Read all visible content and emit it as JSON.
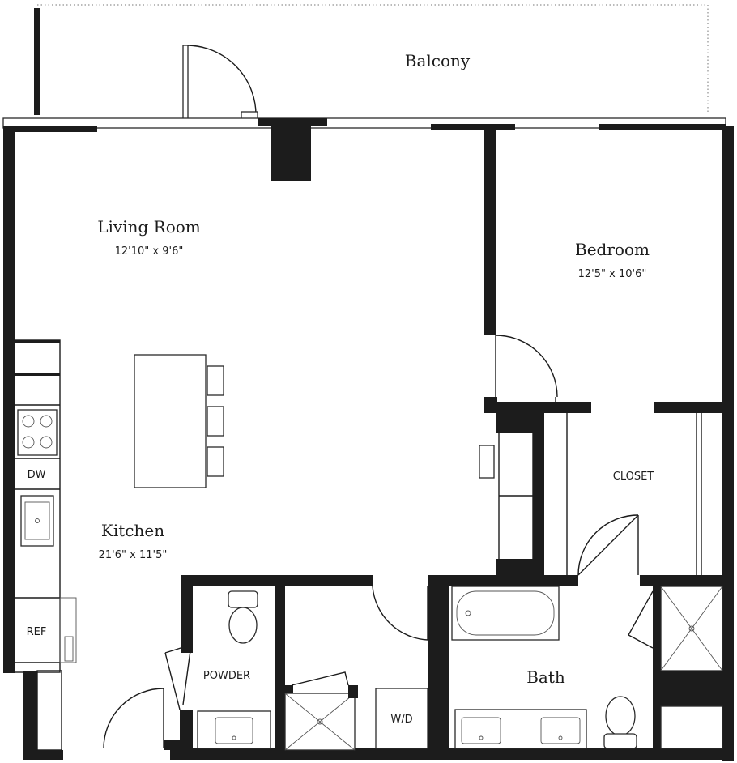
{
  "rooms": {
    "balcony": {
      "title": "Balcony"
    },
    "living": {
      "title": "Living Room",
      "dims": "12'10\" x 9'6\""
    },
    "bedroom": {
      "title": "Bedroom",
      "dims": "12'5\" x 10'6\""
    },
    "kitchen": {
      "title": "Kitchen",
      "dims": "21'6\" x 11'5\""
    },
    "bath": {
      "title": "Bath"
    }
  },
  "labels": {
    "closet": "CLOSET",
    "powder": "POWDER",
    "dw": "DW",
    "ref": "REF",
    "wd": "W/D"
  }
}
